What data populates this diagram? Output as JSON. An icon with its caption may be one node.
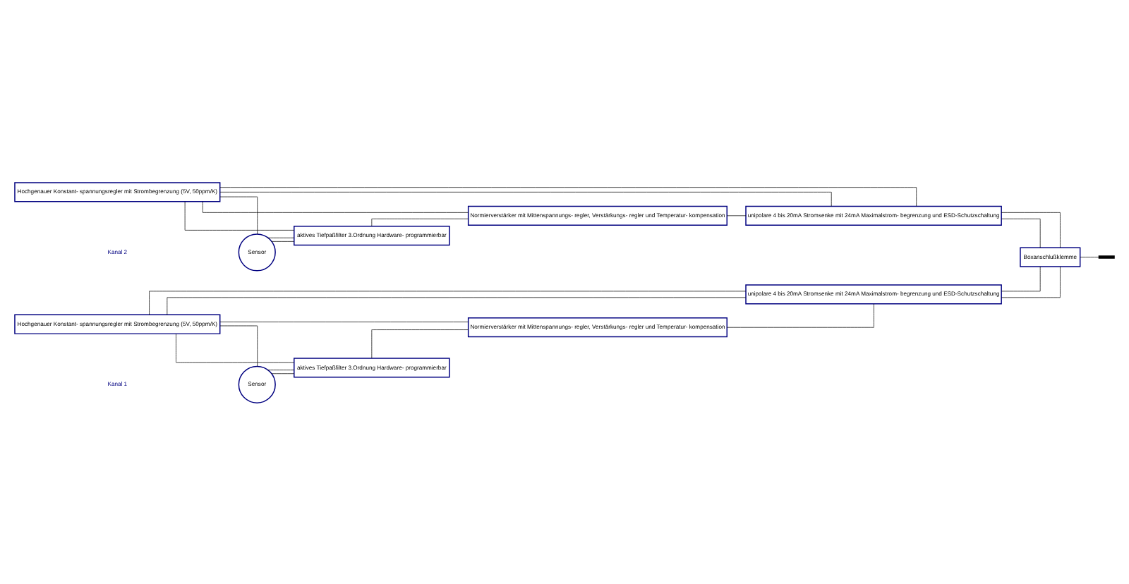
{
  "diagram": {
    "nodes": [
      {
        "text": [
          "Hochgenauer Konstant- spannungsregler mit Strombegrenzung (5V, 50ppm/K)"
        ]
      },
      {
        "text": [
          "unipolare 4 bis 20mA Stromsenke mit 24mA Maximalstrom- begrenzung und ESD-Schutzschaltung"
        ]
      },
      {
        "text": [
          "Sensor"
        ]
      },
      {
        "text": [
          "aktives Tiefpaßfilter 3.Ordnung Hardware- programmierbar"
        ]
      },
      {
        "text": [
          "Normierverstärker mit Mittenspannungs- regler, Verstärkungs- regler und Temperatur- kompensation"
        ]
      },
      {
        "text": [
          "Boxanschlußklemme"
        ]
      },
      {
        "text": [
          "Hochgenauer Konstant- spannungsregler mit Strombegrenzung (5V, 50ppm/K)"
        ]
      },
      {
        "text": [
          "unipolare 4 bis 20mA Stromsenke mit 24mA Maximalstrom- begrenzung und ESD-Schutzschaltung"
        ]
      },
      {
        "text": [
          "Sensor"
        ]
      },
      {
        "text": [
          "aktives Tiefpaßfilter 3.Ordnung Hardware- programmierbar"
        ]
      },
      {
        "text": [
          "Normierverstärker mit Mittenspannungs- regler, Verstärkungs- regler und Temperatur- kompensation"
        ]
      },
      {
        "text": [],
        "shape": "bar"
      }
    ],
    "edges": [
      {
        "from": 0,
        "to": 2,
        "arrow": "none"
      },
      {
        "from": 0,
        "to": 3,
        "arrow": "none"
      },
      {
        "from": 0,
        "to": 4,
        "arrow": "none"
      },
      {
        "from": 0,
        "to": 1,
        "arrow": "none"
      },
      {
        "from": 0,
        "to": 1,
        "arrow": "none"
      },
      {
        "from": 2,
        "to": 3,
        "arrow": "none"
      },
      {
        "from": 2,
        "to": 3,
        "arrow": "none"
      },
      {
        "from": 3,
        "to": 4,
        "arrow": "none"
      },
      {
        "from": 4,
        "to": 1,
        "arrow": "none"
      },
      {
        "from": 1,
        "to": 5,
        "arrow": "none"
      },
      {
        "from": 1,
        "to": 5,
        "arrow": "none"
      },
      {
        "from": 6,
        "to": 8,
        "arrow": "none"
      },
      {
        "from": 6,
        "to": 9,
        "arrow": "none"
      },
      {
        "from": 6,
        "to": 10,
        "arrow": "none"
      },
      {
        "from": 6,
        "to": 7,
        "arrow": "none"
      },
      {
        "from": 6,
        "to": 7,
        "arrow": "none"
      },
      {
        "from": 8,
        "to": 9,
        "arrow": "none"
      },
      {
        "from": 8,
        "to": 9,
        "arrow": "none"
      },
      {
        "from": 9,
        "to": 10,
        "arrow": "none"
      },
      {
        "from": 10,
        "to": 7,
        "arrow": "none"
      },
      {
        "from": 7,
        "to": 5,
        "arrow": "none"
      },
      {
        "from": 7,
        "to": 5,
        "arrow": "none"
      },
      {
        "from": 5,
        "to": 11,
        "arrow": "none"
      }
    ],
    "labels": [
      "Kanal 2",
      "Kanal 1"
    ]
  }
}
